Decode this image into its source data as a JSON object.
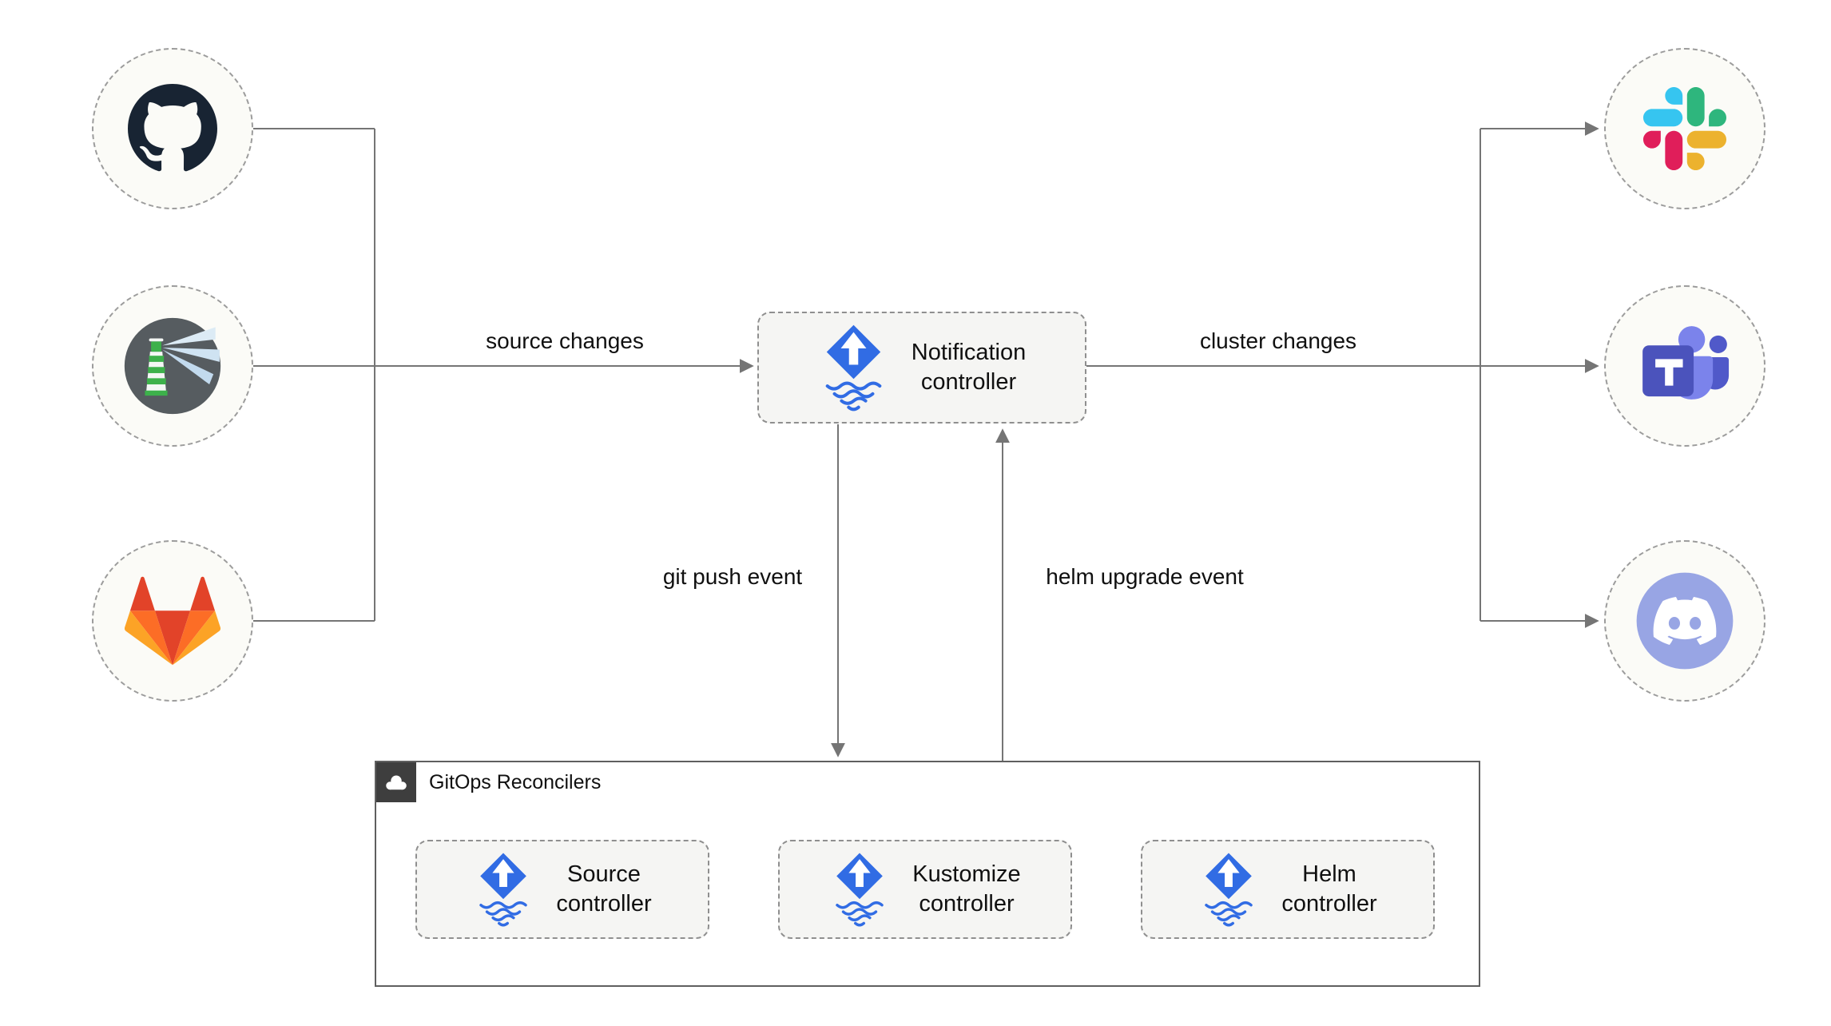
{
  "nodes": {
    "notification": {
      "line1": "Notification",
      "line2": "controller"
    },
    "source": {
      "line1": "Source",
      "line2": "controller"
    },
    "kustomize": {
      "line1": "Kustomize",
      "line2": "controller"
    },
    "helm": {
      "line1": "Helm",
      "line2": "controller"
    }
  },
  "group": {
    "label": "GitOps Reconcilers"
  },
  "edges": {
    "source_changes": "source changes",
    "cluster_changes": "cluster changes",
    "git_push": "git push event",
    "helm_upgrade": "helm upgrade event"
  },
  "icons": {
    "sources": [
      "github-icon",
      "harbor-icon",
      "gitlab-icon"
    ],
    "targets": [
      "slack-icon",
      "microsoft-teams-icon",
      "discord-icon"
    ],
    "node_icon": "flux-icon",
    "group_icon": "cloud-icon"
  },
  "colors": {
    "flux_blue": "#316ce4",
    "connector_gray": "#757575",
    "node_fill": "#f5f5f3",
    "circle_fill": "#fbfbf7",
    "github_dark": "#182433",
    "gitlab_red": "#e24329",
    "gitlab_orange": "#fc6d26",
    "gitlab_yellow": "#fca326",
    "slack_blue": "#36c5f0",
    "slack_green": "#2eb67d",
    "slack_yellow": "#ecb22e",
    "slack_pink": "#e01e5a",
    "teams_purple": "#4b53bc",
    "teams_light_purple": "#7b83eb",
    "discord_blurple": "#98a5e4",
    "harbor_gray": "#565c60",
    "harbor_green": "#3db14b",
    "tab_dark": "#3e3e3e"
  }
}
